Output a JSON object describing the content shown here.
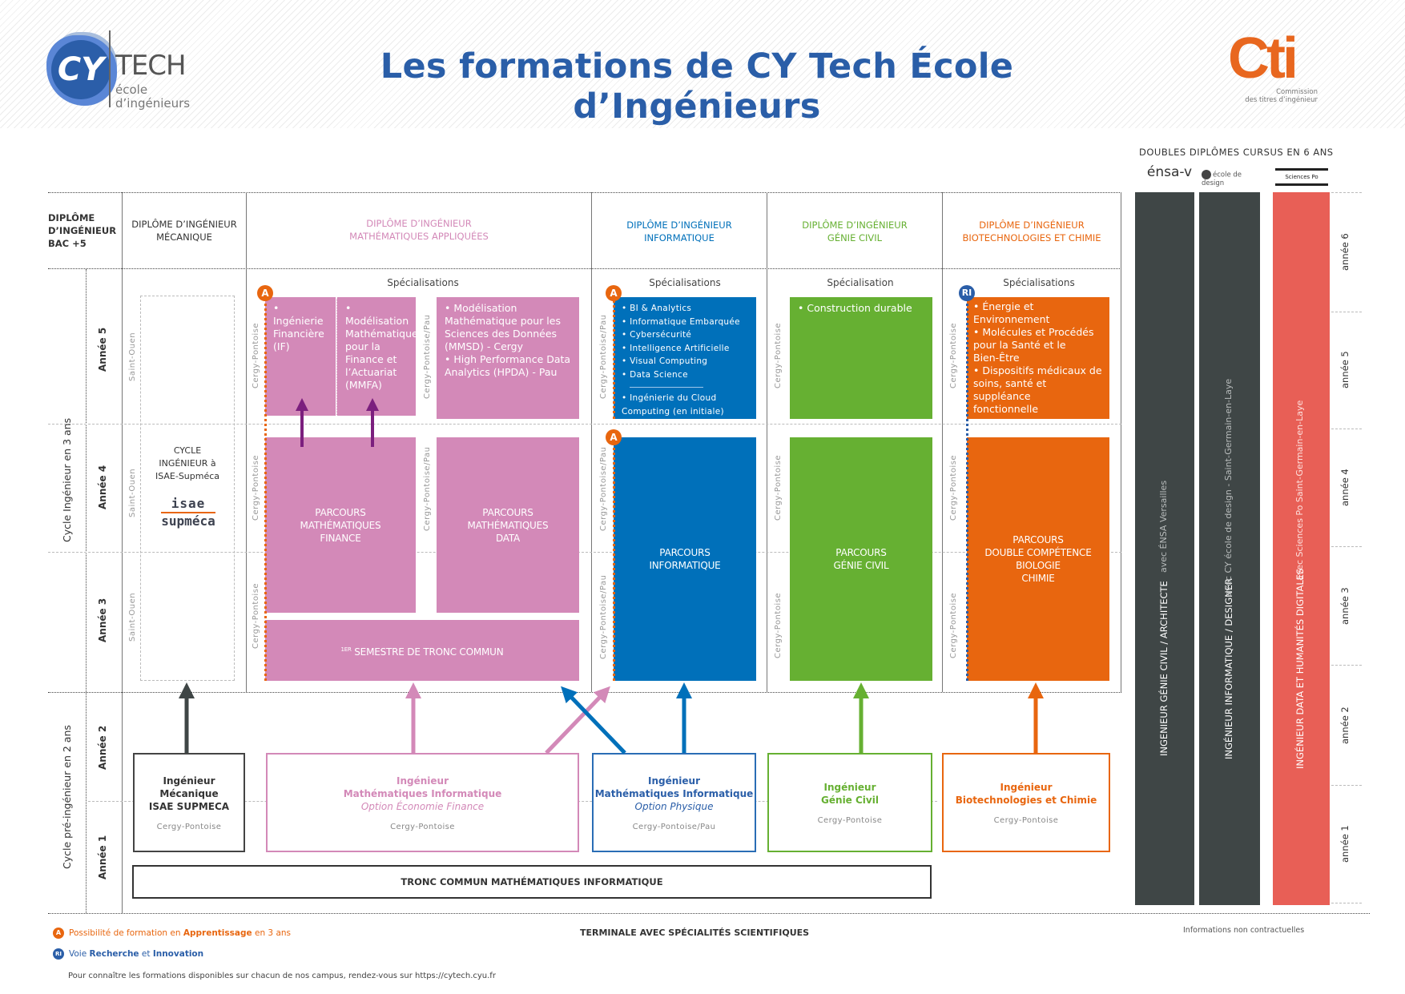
{
  "header": {
    "title": "Les formations de CY Tech École d’Ingénieurs",
    "logo_cy": {
      "mark": "CY",
      "name": "TECH",
      "sub1": "école",
      "sub2": "d’ingénieurs"
    },
    "logo_cti": {
      "mark": "Cti",
      "sub1": "Commission",
      "sub2": "des titres d’ingénieur"
    }
  },
  "row_header": {
    "line1": "DIPLÔME",
    "line2": "D’INGÉNIEUR",
    "line3": "BAC +5"
  },
  "cycles": {
    "ingenieur": "Cycle Ingénieur en 3 ans",
    "pre": "Cycle pré-ingénieur en 2 ans"
  },
  "years_left": [
    "Année 5",
    "Année 4",
    "Année 3",
    "Année 2",
    "Année 1"
  ],
  "columns": [
    {
      "line1": "DIPLÔME D’INGÉNIEUR",
      "line2": "MÉCANIQUE",
      "color": "#333333"
    },
    {
      "line1": "DIPLÔME D’INGÉNIEUR",
      "line2": "MATHÉMATIQUES APPLIQUÉES",
      "color": "#d389b8"
    },
    {
      "line1": "DIPLÔME D’INGÉNIEUR",
      "line2": "INFORMATIQUE",
      "color": "#0070ba"
    },
    {
      "line1": "DIPLÔME D’INGÉNIEUR",
      "line2": "GÉNIE CIVIL",
      "color": "#66b032"
    },
    {
      "line1": "DIPLÔME D’INGÉNIEUR",
      "line2": "BIOTECHNOLOGIES ET CHIMIE",
      "color": "#e8660f"
    }
  ],
  "spec_headers": {
    "maths": "Spécialisations",
    "info": "Spécialisations",
    "gc": "Spécialisation",
    "bio": "Spécialisations"
  },
  "campus": {
    "saint_ouen": "Saint-Ouen",
    "cergy": "Cergy-Pontoise",
    "cergy_pau": "Cergy-Pontoise/Pau"
  },
  "mecanique": {
    "l1": "CYCLE",
    "l2": "INGÉNIEUR à",
    "l3": "ISAE-Supméca",
    "logo_top": "isae",
    "logo_bottom": "supméca"
  },
  "maths": {
    "spec_if": [
      "• Ingénierie",
      "Financière",
      "(IF)"
    ],
    "spec_mmfa": [
      "• Modélisation",
      "Mathématique",
      "pour la",
      "Finance et",
      "l’Actuariat",
      "(MMFA)"
    ],
    "spec_data": [
      "• Modélisation",
      "Mathématique pour les",
      "Sciences des Données",
      "(MMSD) - Cergy",
      "• High Performance Data",
      "Analytics (HPDA) - Pau"
    ],
    "parcours_finance": [
      "PARCOURS",
      "MATHÉMATIQUES",
      "FINANCE"
    ],
    "parcours_data": [
      "PARCOURS",
      "MATHÉMATIQUES",
      "DATA"
    ],
    "tronc_sup": "1ER",
    "tronc": "SEMESTRE DE TRONC COMMUN"
  },
  "info": {
    "specs": [
      "• BI & Analytics",
      "• Informatique Embarquée",
      "• Cybersécurité",
      "• Intelligence Artificielle",
      "• Visual Computing",
      "• Data Science"
    ],
    "cloud": [
      "• Ingénierie du Cloud",
      "Computing (en initiale)"
    ],
    "parcours": [
      "PARCOURS",
      "INFORMATIQUE"
    ]
  },
  "gc": {
    "specs": [
      "• Construction durable"
    ],
    "parcours": [
      "PARCOURS",
      "GÉNIE CIVIL"
    ]
  },
  "bio": {
    "specs": [
      "• Énergie et",
      "Environnement",
      "• Molécules et Procédés",
      "pour la Santé et le",
      "Bien-Être",
      "• Dispositifs médicaux de",
      "soins, santé et suppléance",
      "fonctionnelle"
    ],
    "parcours": [
      "PARCOURS",
      "DOUBLE COMPÉTENCE BIOLOGIE",
      "CHIMIE"
    ]
  },
  "badges": {
    "apprentissage": "A",
    "recherche": "RI"
  },
  "prepa": [
    {
      "l1": "Ingénieur",
      "l2": "Mécanique",
      "l3": "ISAE SUPMECA",
      "loc": "Cergy-Pontoise",
      "color": "#333333"
    },
    {
      "l1": "Ingénieur",
      "l2": "Mathématiques Informatique",
      "opt": "Option Économie Finance",
      "loc": "Cergy-Pontoise",
      "color": "#d389b8"
    },
    {
      "l1": "Ingénieur",
      "l2": "Mathématiques Informatique",
      "opt": "Option Physique",
      "loc": "Cergy-Pontoise/Pau",
      "color": "#2a6db5"
    },
    {
      "l1": "Ingénieur",
      "l2": "Génie Civil",
      "loc": "Cergy-Pontoise",
      "color": "#66b032"
    },
    {
      "l1": "Ingénieur",
      "l2": "Biotechnologies et Chimie",
      "loc": "Cergy-Pontoise",
      "color": "#e8660f"
    }
  ],
  "tronc_commun": "TRONC COMMUN MATHÉMATIQUES INFORMATIQUE",
  "terminale": "TERMINALE AVEC SPÉCIALITÉS SCIENTIFIQUES",
  "double_diplomes": {
    "title": "DOUBLES DIPLÔMES CURSUS EN 6 ANS",
    "logos": [
      "énsa-v",
      "école de design",
      "Sciences Po"
    ],
    "columns": [
      {
        "main": "INGENIEUR GÉNIE CIVIL / ARCHITECTE",
        "sub": "avec ÉNSA Versailles"
      },
      {
        "main": "INGÉNIEUR INFORMATIQUE / DESIGNER",
        "sub": "avec CY école de design - Saint-Germain-en-Laye"
      },
      {
        "main": "INGÉNIEUR DATA ET HUMANITÉS DIGITALES",
        "sub": "avec Sciences Po Saint-Germain-en-Laye"
      }
    ],
    "years": [
      "année 6",
      "année 5",
      "année 4",
      "année 3",
      "année 2",
      "année 1"
    ]
  },
  "legend": {
    "a_pre": "Possibilité de formation en ",
    "a_bold": "Apprentissage",
    "a_post": " en 3 ans",
    "ri_pre": "Voie ",
    "ri_b1": "Recherche",
    "ri_mid": " et ",
    "ri_b2": "Innovation",
    "footer": "Pour connaître les formations disponibles sur chacun de nos campus, rendez-vous sur https://cytech.cyu.fr",
    "disclaimer": "Informations non contractuelles"
  },
  "colors": {
    "pink": "#d389b8",
    "blue": "#0070ba",
    "green": "#66b032",
    "orange": "#e8660f",
    "dark": "#3f4646",
    "red": "#e85f56",
    "title": "#2a5ea8",
    "purple_arrow": "#7b1f7e"
  }
}
